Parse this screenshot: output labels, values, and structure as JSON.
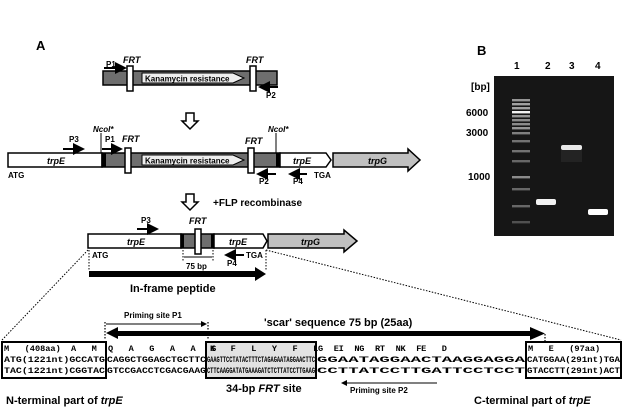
{
  "panel_a": {
    "label": "A",
    "cassette": {
      "p1": "P1",
      "frt_left": "FRT",
      "frt_right": "FRT",
      "kan": "Kanamycin resistance",
      "p2": "P2"
    },
    "insertion": {
      "ncoi_left": "NcoI*",
      "ncoi_right": "NcoI*",
      "p3": "P3",
      "p1": "P1",
      "frt_left": "FRT",
      "frt_right": "FRT",
      "trpE_left": "trpE",
      "kan": "Kanamycin resistance",
      "trpE_right": "trpE",
      "trpG": "trpG",
      "atg": "ATG",
      "p2": "P2",
      "p4": "P4",
      "tga": "TGA"
    },
    "flp_step": "+FLP recombinase",
    "excised": {
      "p3": "P3",
      "frt": "FRT",
      "trpE_left": "trpE",
      "trpE_right": "trpE",
      "trpG": "trpG",
      "atg": "ATG",
      "scar_len": "75 bp",
      "p4": "P4",
      "tga": "TGA",
      "peptide": "In-frame peptide"
    }
  },
  "sequence": {
    "priming_p1": "Priming site P1",
    "scar": "'scar' sequence 75 bp (25aa)",
    "n_term_aa": "M   (408aa)  A   M",
    "n_term_top": "ATG(1221nt)GCCATG",
    "n_term_bot": "TAC(1221nt)CGGTAC",
    "p1_aa": "Q   A   G   A   A   S",
    "p1_top": "CAGGCTGGAGCTGCTTC",
    "p1_bot": "GTCCGACCTCGACGAAG",
    "frt_aa": "K   F   L   Y   F   L   E   N   R   N   F",
    "frt_top": "GAAGTTCCTATACTTTCTAGAGAATAGGAACTTC",
    "frt_bot": "CTTCAAGGATATGAAAGATCTCTTATCCTTGAAG",
    "p2_aa": "G   I   G   T   K   E   D",
    "p2_top": "GGAATAGGAACTAAGGAGGA",
    "p2_bot": "CCTTATCCTTGATTCCTCCT",
    "c_term_aa": "M   E   (97aa)",
    "c_term_top": "CATGGAA(291nt)TGA",
    "c_term_bot": "GTACCTT(291nt)ACT",
    "frt_site": "34-bp FRT site",
    "frt_site_pre": "34-bp ",
    "frt_site_it": "FRT",
    "frt_site_post": " site",
    "priming_p2": "Priming site P2",
    "n_term_label_pre": "N-terminal part of ",
    "c_term_label_pre": "C-terminal part of ",
    "gene_it": "trpE"
  },
  "panel_b": {
    "label": "B",
    "unit": "[bp]",
    "lanes": [
      "1",
      "2",
      "3",
      "4"
    ],
    "markers": [
      "6000",
      "3000",
      "1000"
    ]
  },
  "colors": {
    "cassette_gray": "#6e6e6e",
    "kan_fill": "#eeeeee",
    "trpG_fill": "#c0c0c0",
    "frt_box": "#e2e2e2",
    "gel_bg": "#161616"
  }
}
